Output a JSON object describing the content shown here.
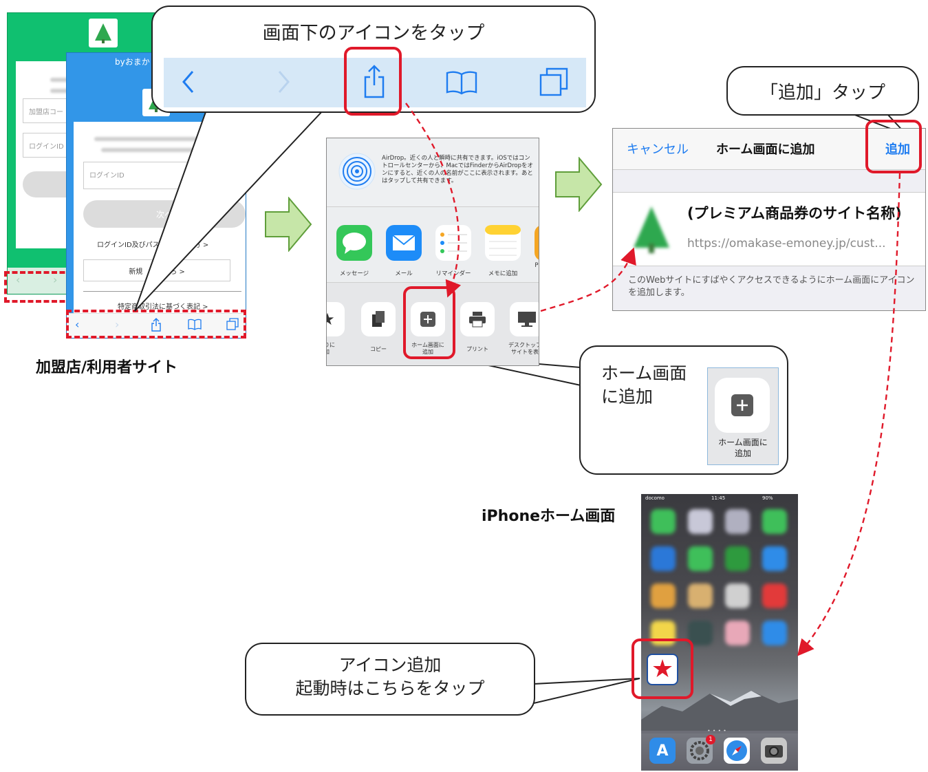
{
  "phone_login": {
    "by_text": "byおまか",
    "merchant_code_placeholder": "加盟店コー",
    "login_id_placeholder_short": "ログインID",
    "login_id_placeholder": "ログインID",
    "next_button": "次へ",
    "forgot_link": "ログインID及びパス　　　　た方 >",
    "register_button": "新規　　こちら >",
    "law_link": "特定商取引法に基づく表記 >",
    "pass_fragment": "パ"
  },
  "caption_site": "加盟店/利用者サイト",
  "callout_toolbar": {
    "title": "画面下のアイコンをタップ"
  },
  "share_sheet": {
    "airdrop_text": "AirDrop。近くの人と瞬時に共有できます。iOSではコントロールセンターから、MacではFinderからAirDropをオンにすると、近くの人の名前がここに表示されます。あとはタップして共有できます。",
    "apps": [
      {
        "label": "メッセージ",
        "color": "#34c759"
      },
      {
        "label": "メール",
        "color": "#1d8cf8"
      },
      {
        "label": "リマインダー",
        "color": "#ffffff"
      },
      {
        "label": "メモに追加",
        "color": "#ffffff"
      },
      {
        "label": "P",
        "color": "#f5a623"
      }
    ],
    "actions": [
      {
        "label": "入りに\n加"
      },
      {
        "label": "コピー"
      },
      {
        "label": "ホーム画面に\n追加"
      },
      {
        "label": "プリント"
      },
      {
        "label": "デスクトップ\nサイトを表"
      }
    ]
  },
  "add_dialog": {
    "cancel": "キャンセル",
    "title": "ホーム画面に追加",
    "add": "追加",
    "site_name": "(プレミアム商品券のサイト名称)",
    "url": "https://omakase-emoney.jp/cust...",
    "description": "このWebサイトにすばやくアクセスできるようにホーム画面にアイコンを追加します。"
  },
  "callout_add": {
    "title": "「追加」タップ"
  },
  "callout_home": {
    "title_line1": "ホーム画面",
    "title_line2": "に追加",
    "button_label_line1": "ホーム画面に",
    "button_label_line2": "追加"
  },
  "caption_home": "iPhoneホーム画面",
  "home_screen": {
    "carrier": "docomo",
    "time": "11:45",
    "battery": "90%",
    "badge": "1"
  },
  "callout_launch": {
    "line1": "アイコン追加",
    "line2": "起動時はこちらをタップ"
  },
  "colors": {
    "accent_red": "#e0192a",
    "ios_blue": "#1e7cf0",
    "green_site": "#10c070",
    "blue_site": "#3296e8",
    "arrow_green": "#c6e6a8"
  }
}
